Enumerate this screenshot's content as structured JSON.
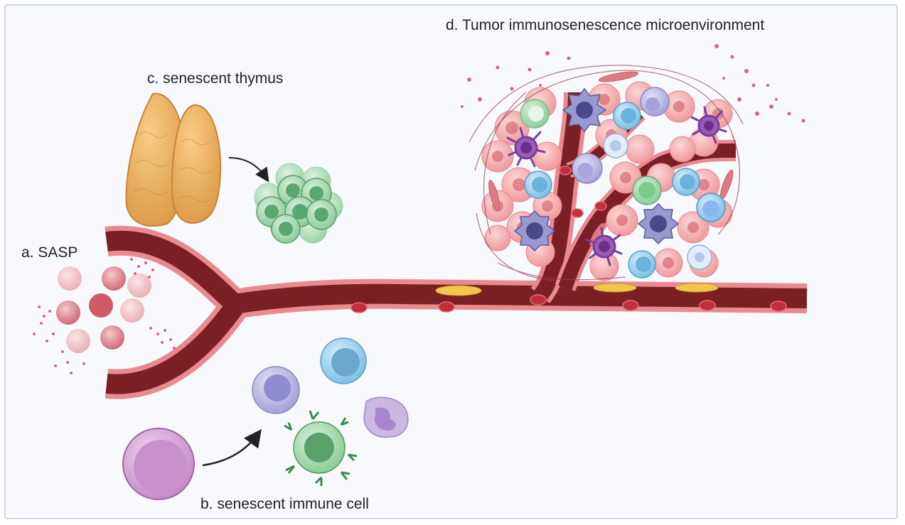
{
  "labels": {
    "a": "a. SASP",
    "b": "b. senescent immune cell",
    "c": "c. senescent thymus",
    "d": "d. Tumor immunosenescence microenvironment"
  },
  "colors": {
    "vessel_outer": "#e07a82",
    "vessel_inner": "#7a1f24",
    "rbc": "#c0303a",
    "sasp": "#d4707e",
    "thymus": "#e8a858",
    "t_cell_cluster": "#6fba84",
    "tumor_cell": "#f2a0a4",
    "dendritic": "#7a3f9a",
    "macrophage": "#5a5a9a",
    "lymphocyte_blue": "#6ab4dc",
    "senescent_cell": "#c48cc8"
  },
  "icons": [
    "blood-vessel",
    "thymus",
    "t-cell-cluster",
    "sasp-particles",
    "immune-cells",
    "tumor-cluster",
    "arrow"
  ]
}
